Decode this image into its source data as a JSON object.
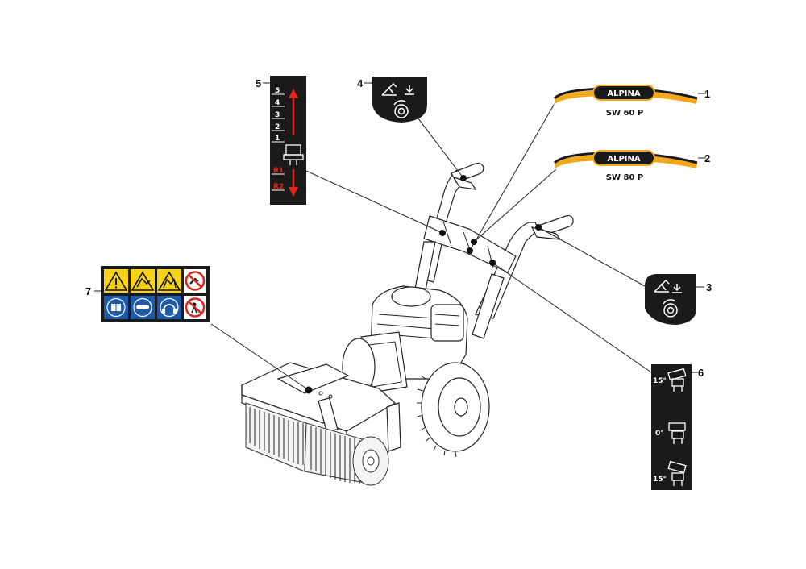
{
  "callouts": {
    "c1": "1",
    "c2": "2",
    "c3": "3",
    "c4": "4",
    "c5": "5",
    "c6": "6",
    "c7": "7"
  },
  "label_sw60": {
    "brand": "ALPINA",
    "model": "SW 60 P"
  },
  "label_sw80": {
    "brand": "ALPINA",
    "model": "SW 80 P"
  },
  "speed_label": {
    "levels": [
      "5",
      "4",
      "3",
      "2",
      "1",
      "R1",
      "R2"
    ]
  },
  "angle_label": {
    "angles": [
      "15°",
      "0°",
      "15°"
    ]
  },
  "colors": {
    "label_bg": "#1a1a1a",
    "brand_orange": "#f2a81d",
    "arrow_red": "#e0251b",
    "warning_yellow": "#f6d21b",
    "mandatory_blue": "#1e5aa8",
    "prohibition_red": "#d7261e"
  },
  "icons": {
    "label_7": [
      "warning-triangle-icon",
      "hand-hazard-icon",
      "foot-hazard-icon",
      "no-hands-icon",
      "read-manual-icon",
      "eye-protection-icon",
      "ear-protection-icon",
      "no-children-icon"
    ]
  }
}
